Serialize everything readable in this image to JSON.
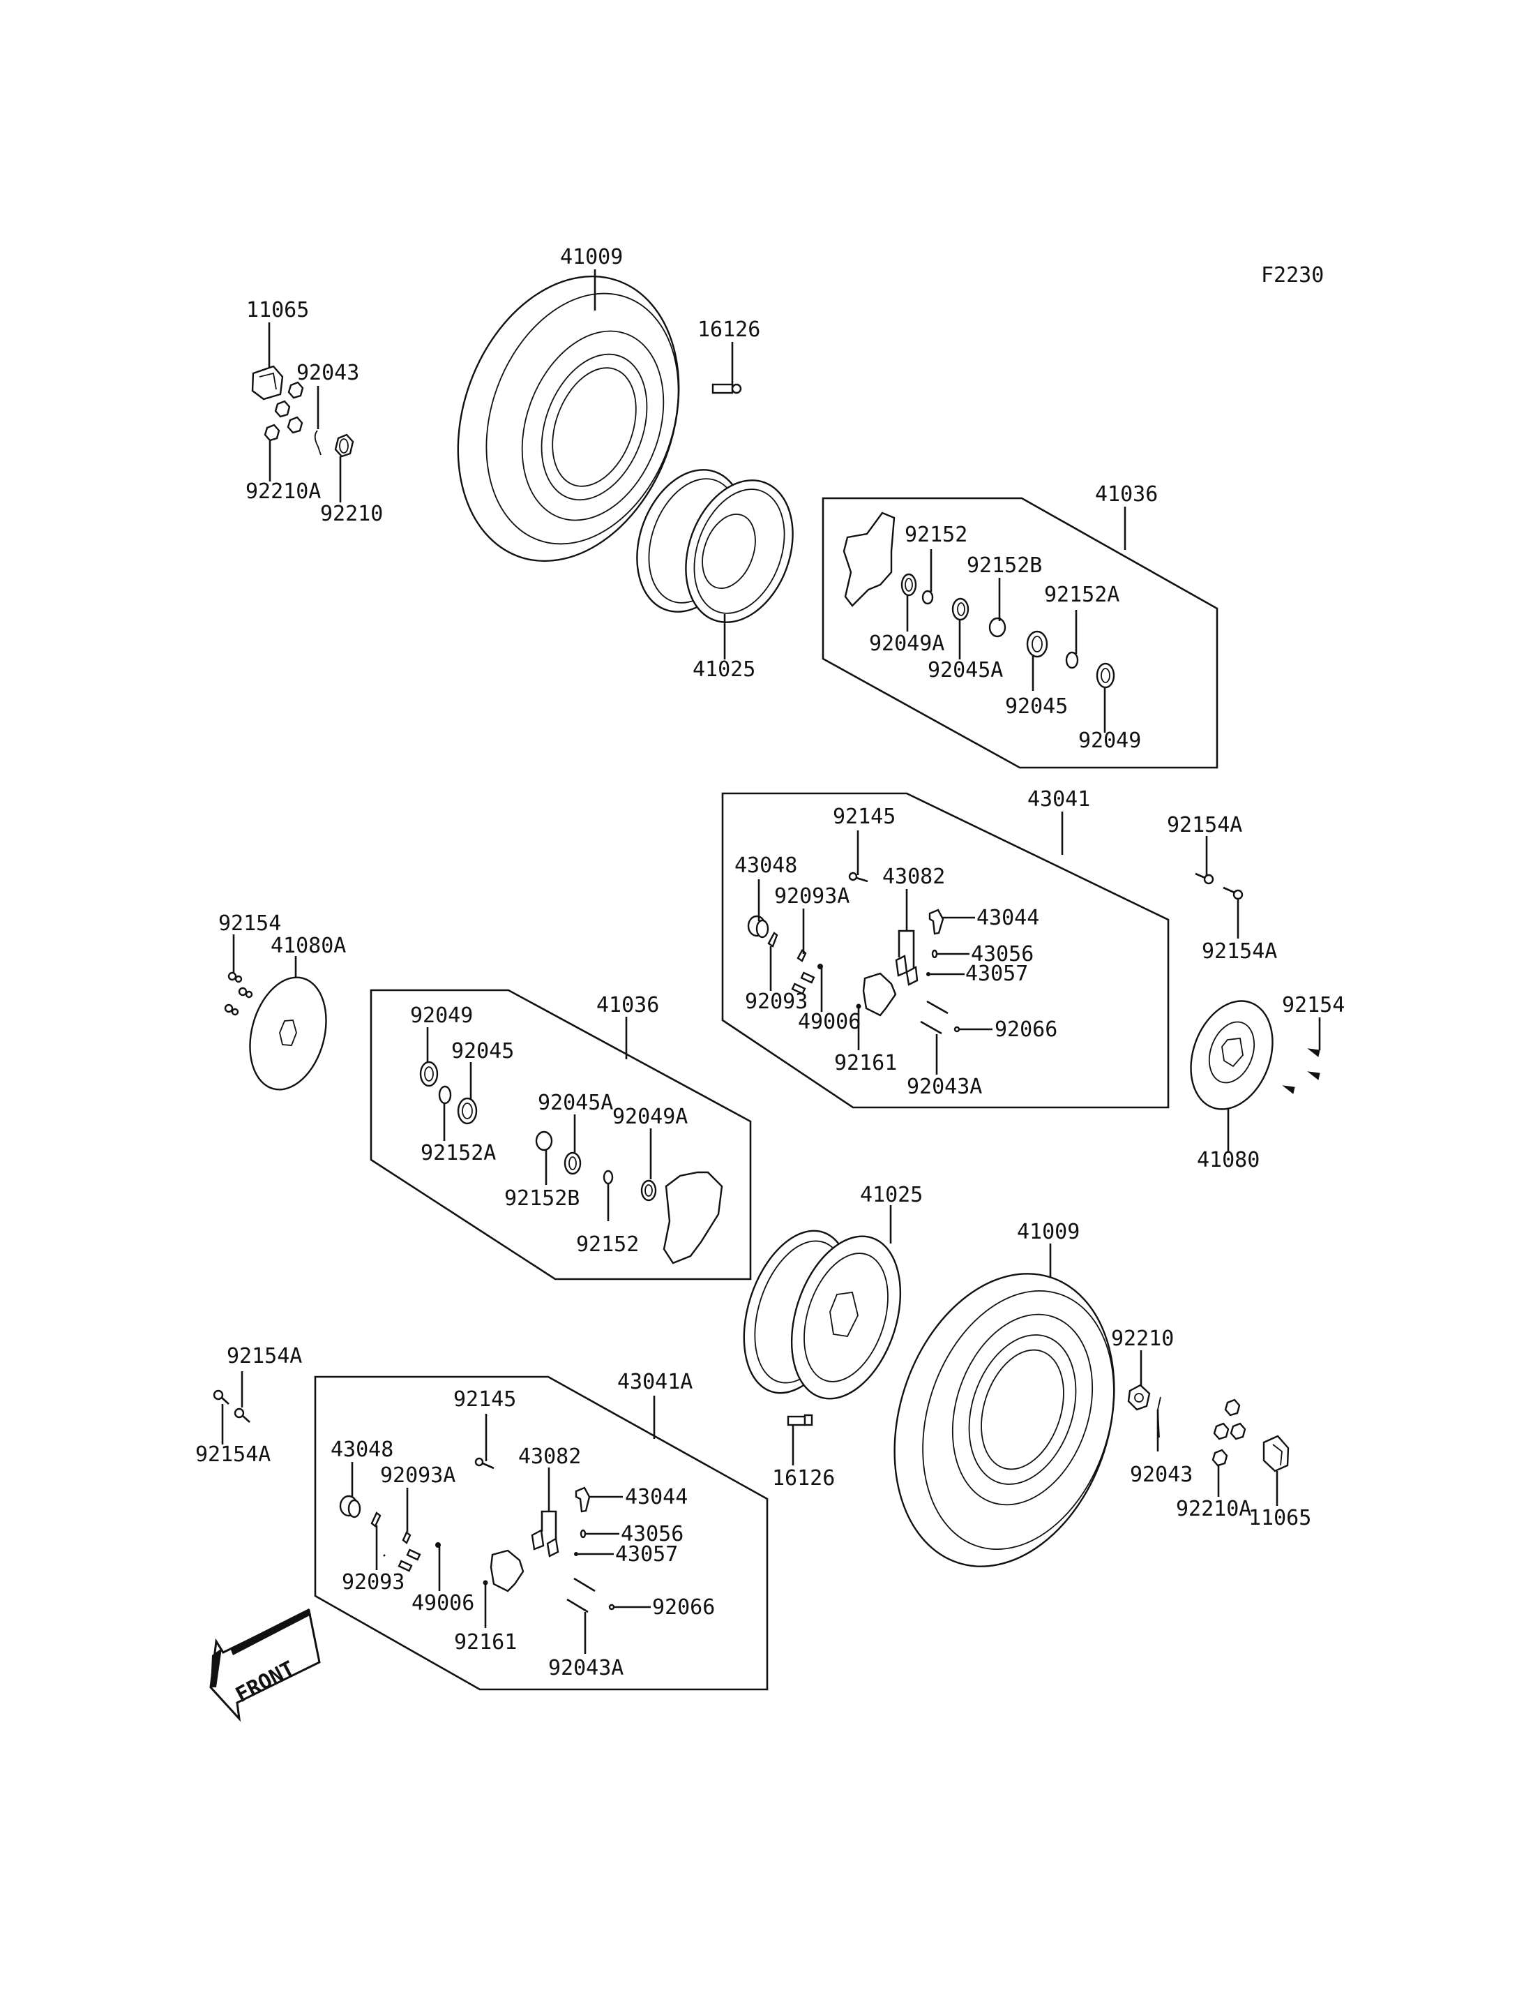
{
  "diagram": {
    "figure_code": "F2230",
    "direction_label": "FRONT",
    "upper_wheel": {
      "tire": "41009",
      "rim": "41025",
      "valve": "16126",
      "cap": "11065",
      "cotter_pin": "92043",
      "nut": "92210",
      "wheel_nut": "92210A"
    },
    "upper_hub_kit": {
      "kit": "41036",
      "parts": [
        "92152",
        "92152B",
        "92152A",
        "92049A",
        "92045A",
        "92045",
        "92049"
      ]
    },
    "upper_caliper_kit": {
      "kit": "43041",
      "parts": [
        "92145",
        "43048",
        "92093A",
        "43082",
        "43044",
        "43056",
        "43057",
        "92093",
        "49006",
        "92161",
        "92066",
        "92043A"
      ]
    },
    "right_disc": {
      "disc": "41080",
      "bolt": "92154",
      "caliper_bolt_1": "92154A",
      "caliper_bolt_2": "92154A"
    },
    "left_disc": {
      "disc": "41080A",
      "bolt": "92154"
    },
    "lower_hub_kit": {
      "kit": "41036",
      "parts": [
        "92049",
        "92045",
        "92152A",
        "92045A",
        "92152B",
        "92049A",
        "92152"
      ]
    },
    "lower_wheel": {
      "rim": "41025",
      "tire": "41009",
      "valve": "16126",
      "nut": "92210",
      "cotter_pin": "92043",
      "wheel_nut": "92210A",
      "cap": "11065"
    },
    "lower_caliper_kit": {
      "kit": "43041A",
      "bolt_1": "92154A",
      "bolt_2": "92154A",
      "parts": [
        "92145",
        "43048",
        "92093A",
        "43082",
        "43044",
        "43056",
        "43057",
        "92093",
        "49006",
        "92161",
        "92066",
        "92043A"
      ]
    }
  }
}
